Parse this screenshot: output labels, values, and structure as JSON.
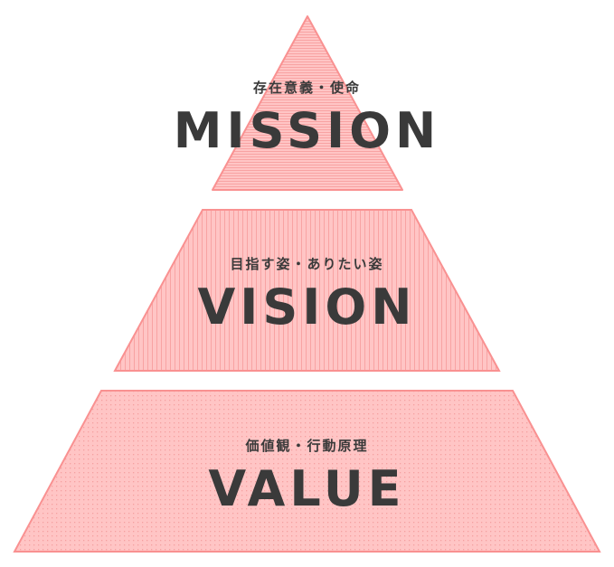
{
  "colors": {
    "fill": "#ffc5c5",
    "stroke": "#f99191",
    "pattern": "#f8a3a3",
    "text": "#3a3a3a"
  },
  "tiers": [
    {
      "id": "mission",
      "subtitle": "存在意義・使命",
      "title": "MISSION",
      "pattern": "horizontal-stripes"
    },
    {
      "id": "vision",
      "subtitle": "目指す姿・ありたい姿",
      "title": "VISION",
      "pattern": "vertical-stripes"
    },
    {
      "id": "value",
      "subtitle": "価値観・行動原理",
      "title": "VALUE",
      "pattern": "dot-grid"
    }
  ]
}
